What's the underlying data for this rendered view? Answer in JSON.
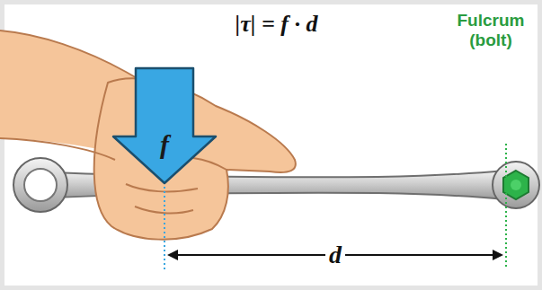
{
  "diagram": {
    "nodes": [
      {
        "text": [
          "f"
        ]
      }
    ],
    "labels": [
      "|τ| = f · d",
      "Fulcrum (bolt)",
      "d"
    ]
  }
}
